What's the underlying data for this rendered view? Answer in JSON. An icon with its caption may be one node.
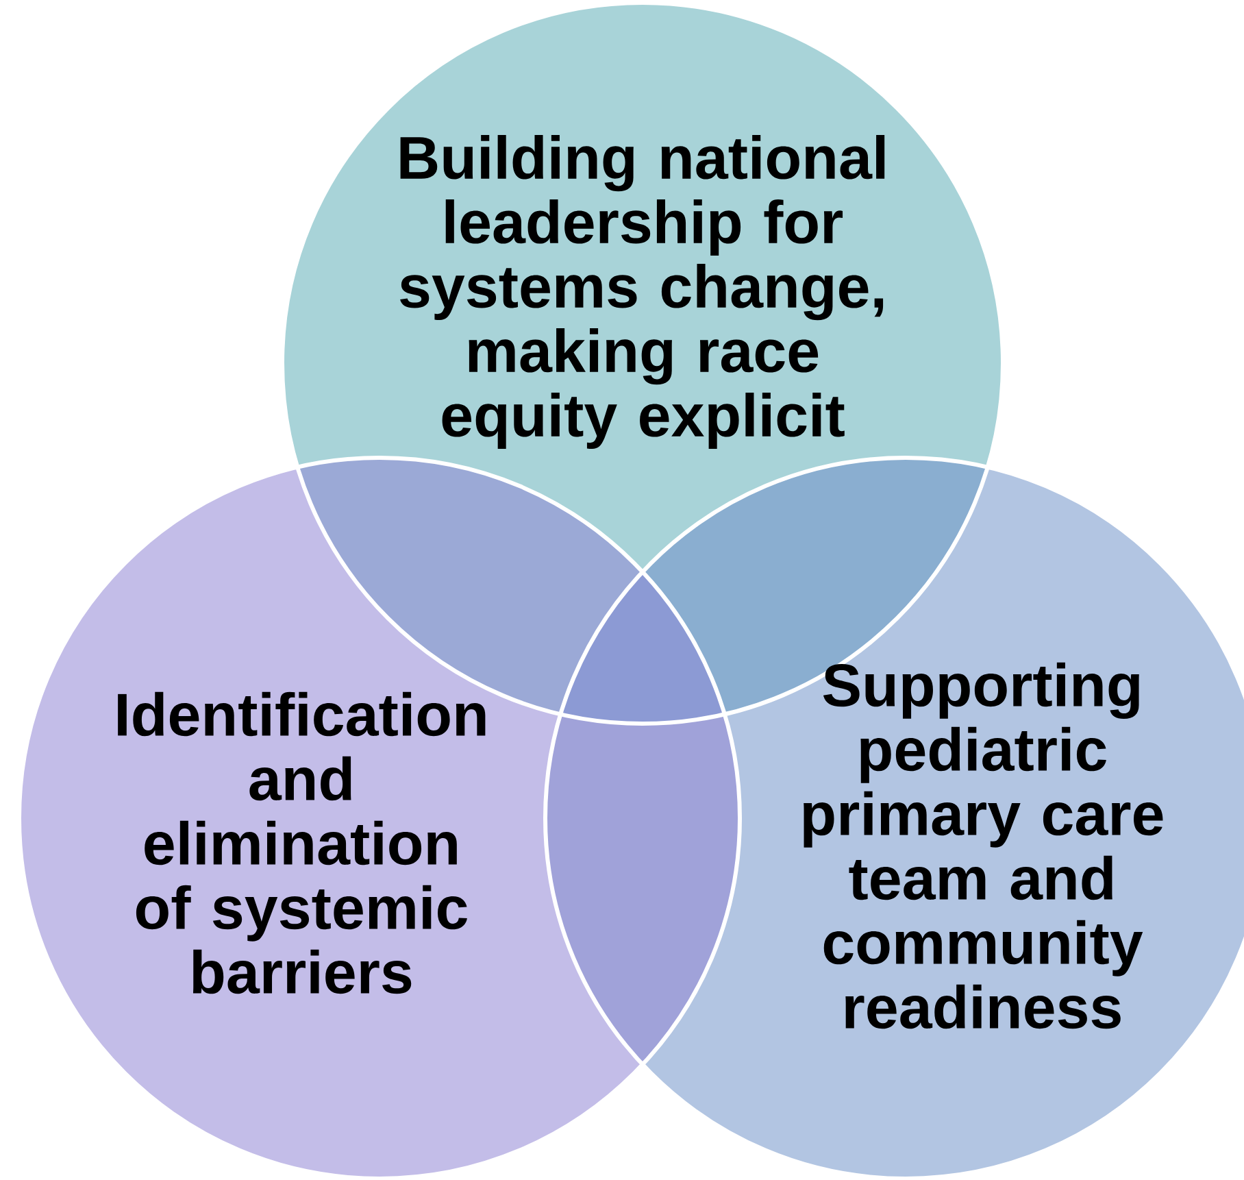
{
  "diagram": {
    "nodes": [
      {
        "text": [
          "Building national leadership for systems change, making race equity explicit"
        ]
      },
      {
        "text": [
          "Identification and elimination of systemic barriers"
        ]
      },
      {
        "text": [
          "Supporting pediatric primary care team and community readiness"
        ]
      }
    ]
  }
}
